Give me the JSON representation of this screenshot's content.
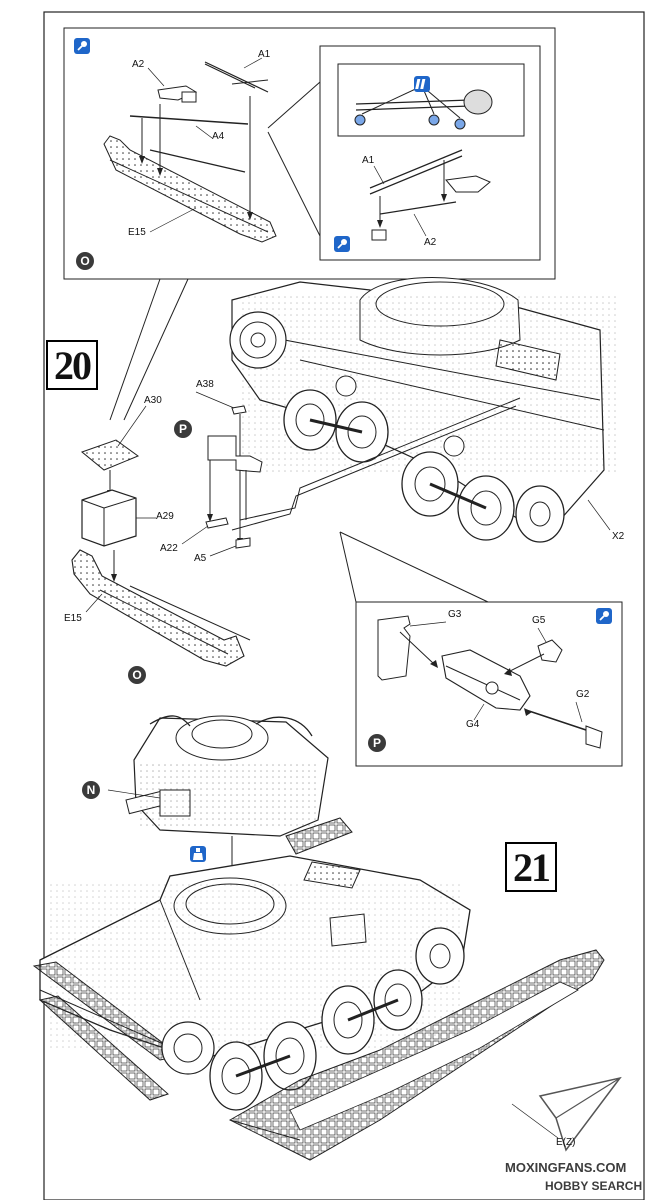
{
  "steps": {
    "step_20": "20",
    "step_21": "21"
  },
  "callouts": {
    "o_top": "O",
    "o_bottom": "O",
    "p_left": "P",
    "p_box": "P",
    "n": "N"
  },
  "parts": {
    "a1_top": "A1",
    "a2_top": "A2",
    "a4": "A4",
    "e15_top": "E15",
    "a1_inset": "A1",
    "a2_inset": "A2",
    "a38": "A38",
    "a30": "A30",
    "a29": "A29",
    "a22": "A22",
    "a5": "A5",
    "e15_bottom": "E15",
    "x2": "X2",
    "g3": "G3",
    "g5": "G5",
    "g2": "G2",
    "g4": "G4",
    "track_z": "E(Z)"
  },
  "watermark": {
    "line1": "MOXINGFANS.COM",
    "line2": "HOBBY SEARCH"
  },
  "colors": {
    "line": "#1a1a1a",
    "badge_blue": "#1f66c9",
    "callout_dark": "#3a3a3a"
  }
}
